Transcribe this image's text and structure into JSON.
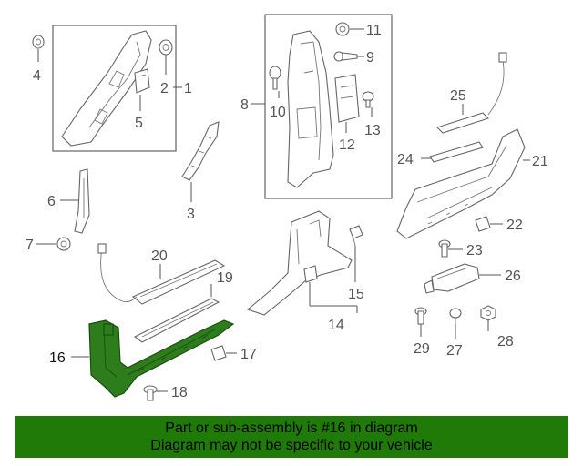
{
  "diagram": {
    "highlight_color": "#1f7a08",
    "highlighted_part": "16",
    "callouts": [
      "1",
      "2",
      "3",
      "4",
      "5",
      "6",
      "7",
      "8",
      "9",
      "10",
      "11",
      "12",
      "13",
      "14",
      "15",
      "16",
      "17",
      "18",
      "19",
      "20",
      "21",
      "22",
      "23",
      "24",
      "25",
      "26",
      "27",
      "28",
      "29"
    ]
  },
  "banner": {
    "line1": "Part or sub-assembly is #16 in diagram",
    "line2": "Diagram may not be specific to your vehicle"
  }
}
